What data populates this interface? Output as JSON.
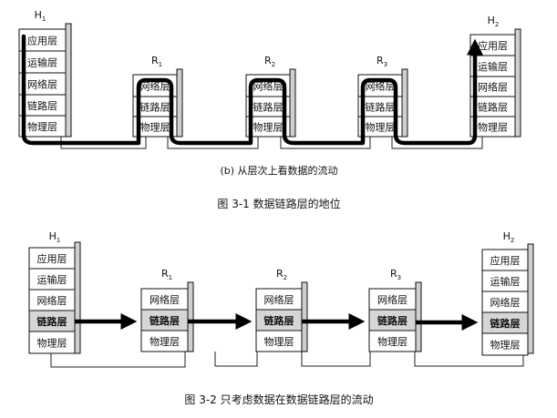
{
  "figure1": {
    "hosts": [
      {
        "name": "H",
        "sub": "1",
        "layers": [
          "应用层",
          "运输层",
          "网络层",
          "链路层",
          "物理层"
        ]
      },
      {
        "name": "H",
        "sub": "2",
        "layers": [
          "应用层",
          "运输层",
          "网络层",
          "链路层",
          "物理层"
        ]
      }
    ],
    "routers": [
      {
        "name": "R",
        "sub": "1",
        "layers": [
          "网络层",
          "链路层",
          "物理层"
        ]
      },
      {
        "name": "R",
        "sub": "2",
        "layers": [
          "网络层",
          "链路层",
          "物理层"
        ]
      },
      {
        "name": "R",
        "sub": "3",
        "layers": [
          "网络层",
          "链路层",
          "物理层"
        ]
      }
    ],
    "subcaption": "(b) 从层次上看数据的流动",
    "caption": "图 3-1    数据链路层的地位"
  },
  "figure2": {
    "hosts": [
      {
        "name": "H",
        "sub": "1",
        "layers": [
          "应用层",
          "运输层",
          "网络层",
          "链路层",
          "物理层"
        ]
      },
      {
        "name": "H",
        "sub": "2",
        "layers": [
          "应用层",
          "运输层",
          "网络层",
          "链路层",
          "物理层"
        ]
      }
    ],
    "routers": [
      {
        "name": "R",
        "sub": "1",
        "layers": [
          "网络层",
          "链路层",
          "物理层"
        ]
      },
      {
        "name": "R",
        "sub": "2",
        "layers": [
          "网络层",
          "链路层",
          "物理层"
        ]
      },
      {
        "name": "R",
        "sub": "3",
        "layers": [
          "网络层",
          "链路层",
          "物理层"
        ]
      }
    ],
    "caption": "图 3-2    只考虑数据在数据链路层的流动"
  }
}
